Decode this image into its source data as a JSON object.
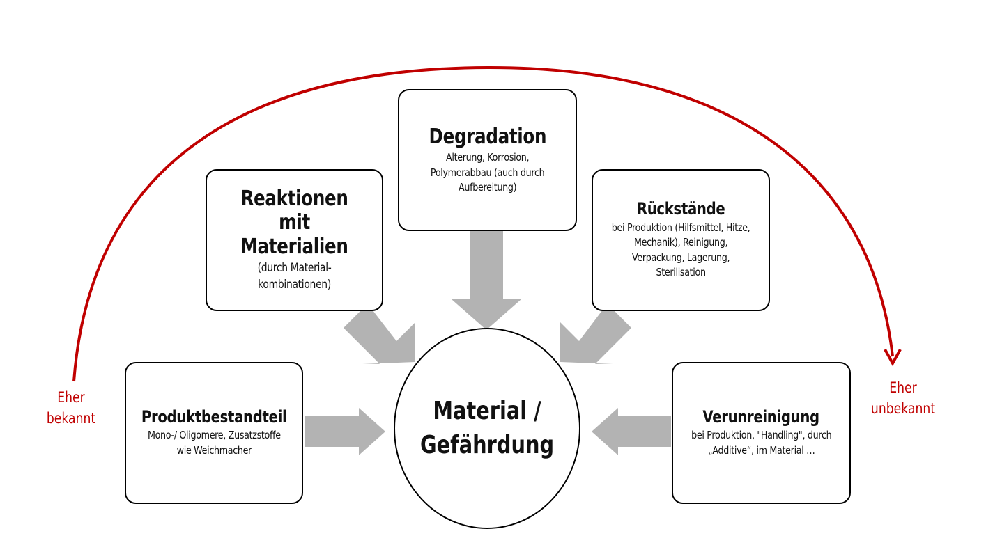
{
  "center": {
    "text": "Material /\nGefährdung"
  },
  "boxes": {
    "degradation": {
      "title": "Degradation",
      "desc": "Alterung, Korrosion,\nPolymerabbau (auch durch\nAufbereitung)"
    },
    "reaktionen": {
      "title": "Reaktionen mit\nMaterialien",
      "desc": "(durch Material-\nkombinationen)"
    },
    "rueckstaende": {
      "title": "Rückstände",
      "desc": "bei Produktion (Hilfsmittel, Hitze,\nMechanik), Reinigung,\nVerpackung, Lagerung,\nSterilisation"
    },
    "produkt": {
      "title": "Produktbestandteil",
      "desc": "Mono-/ Oligomere, Zusatzstoffe\nwie Weichmacher"
    },
    "verunreinigung": {
      "title": "Verunreinigung",
      "desc": "bei Produktion, \"Handling\", durch\n„Additive“, im Material …"
    }
  },
  "scale": {
    "left_label": "Eher\nbekannt",
    "right_label": "Eher\nunbekannt"
  },
  "colors": {
    "scale_arrow": "#c00000",
    "block_arrows": "#b3b3b3",
    "box_border": "#000000"
  }
}
